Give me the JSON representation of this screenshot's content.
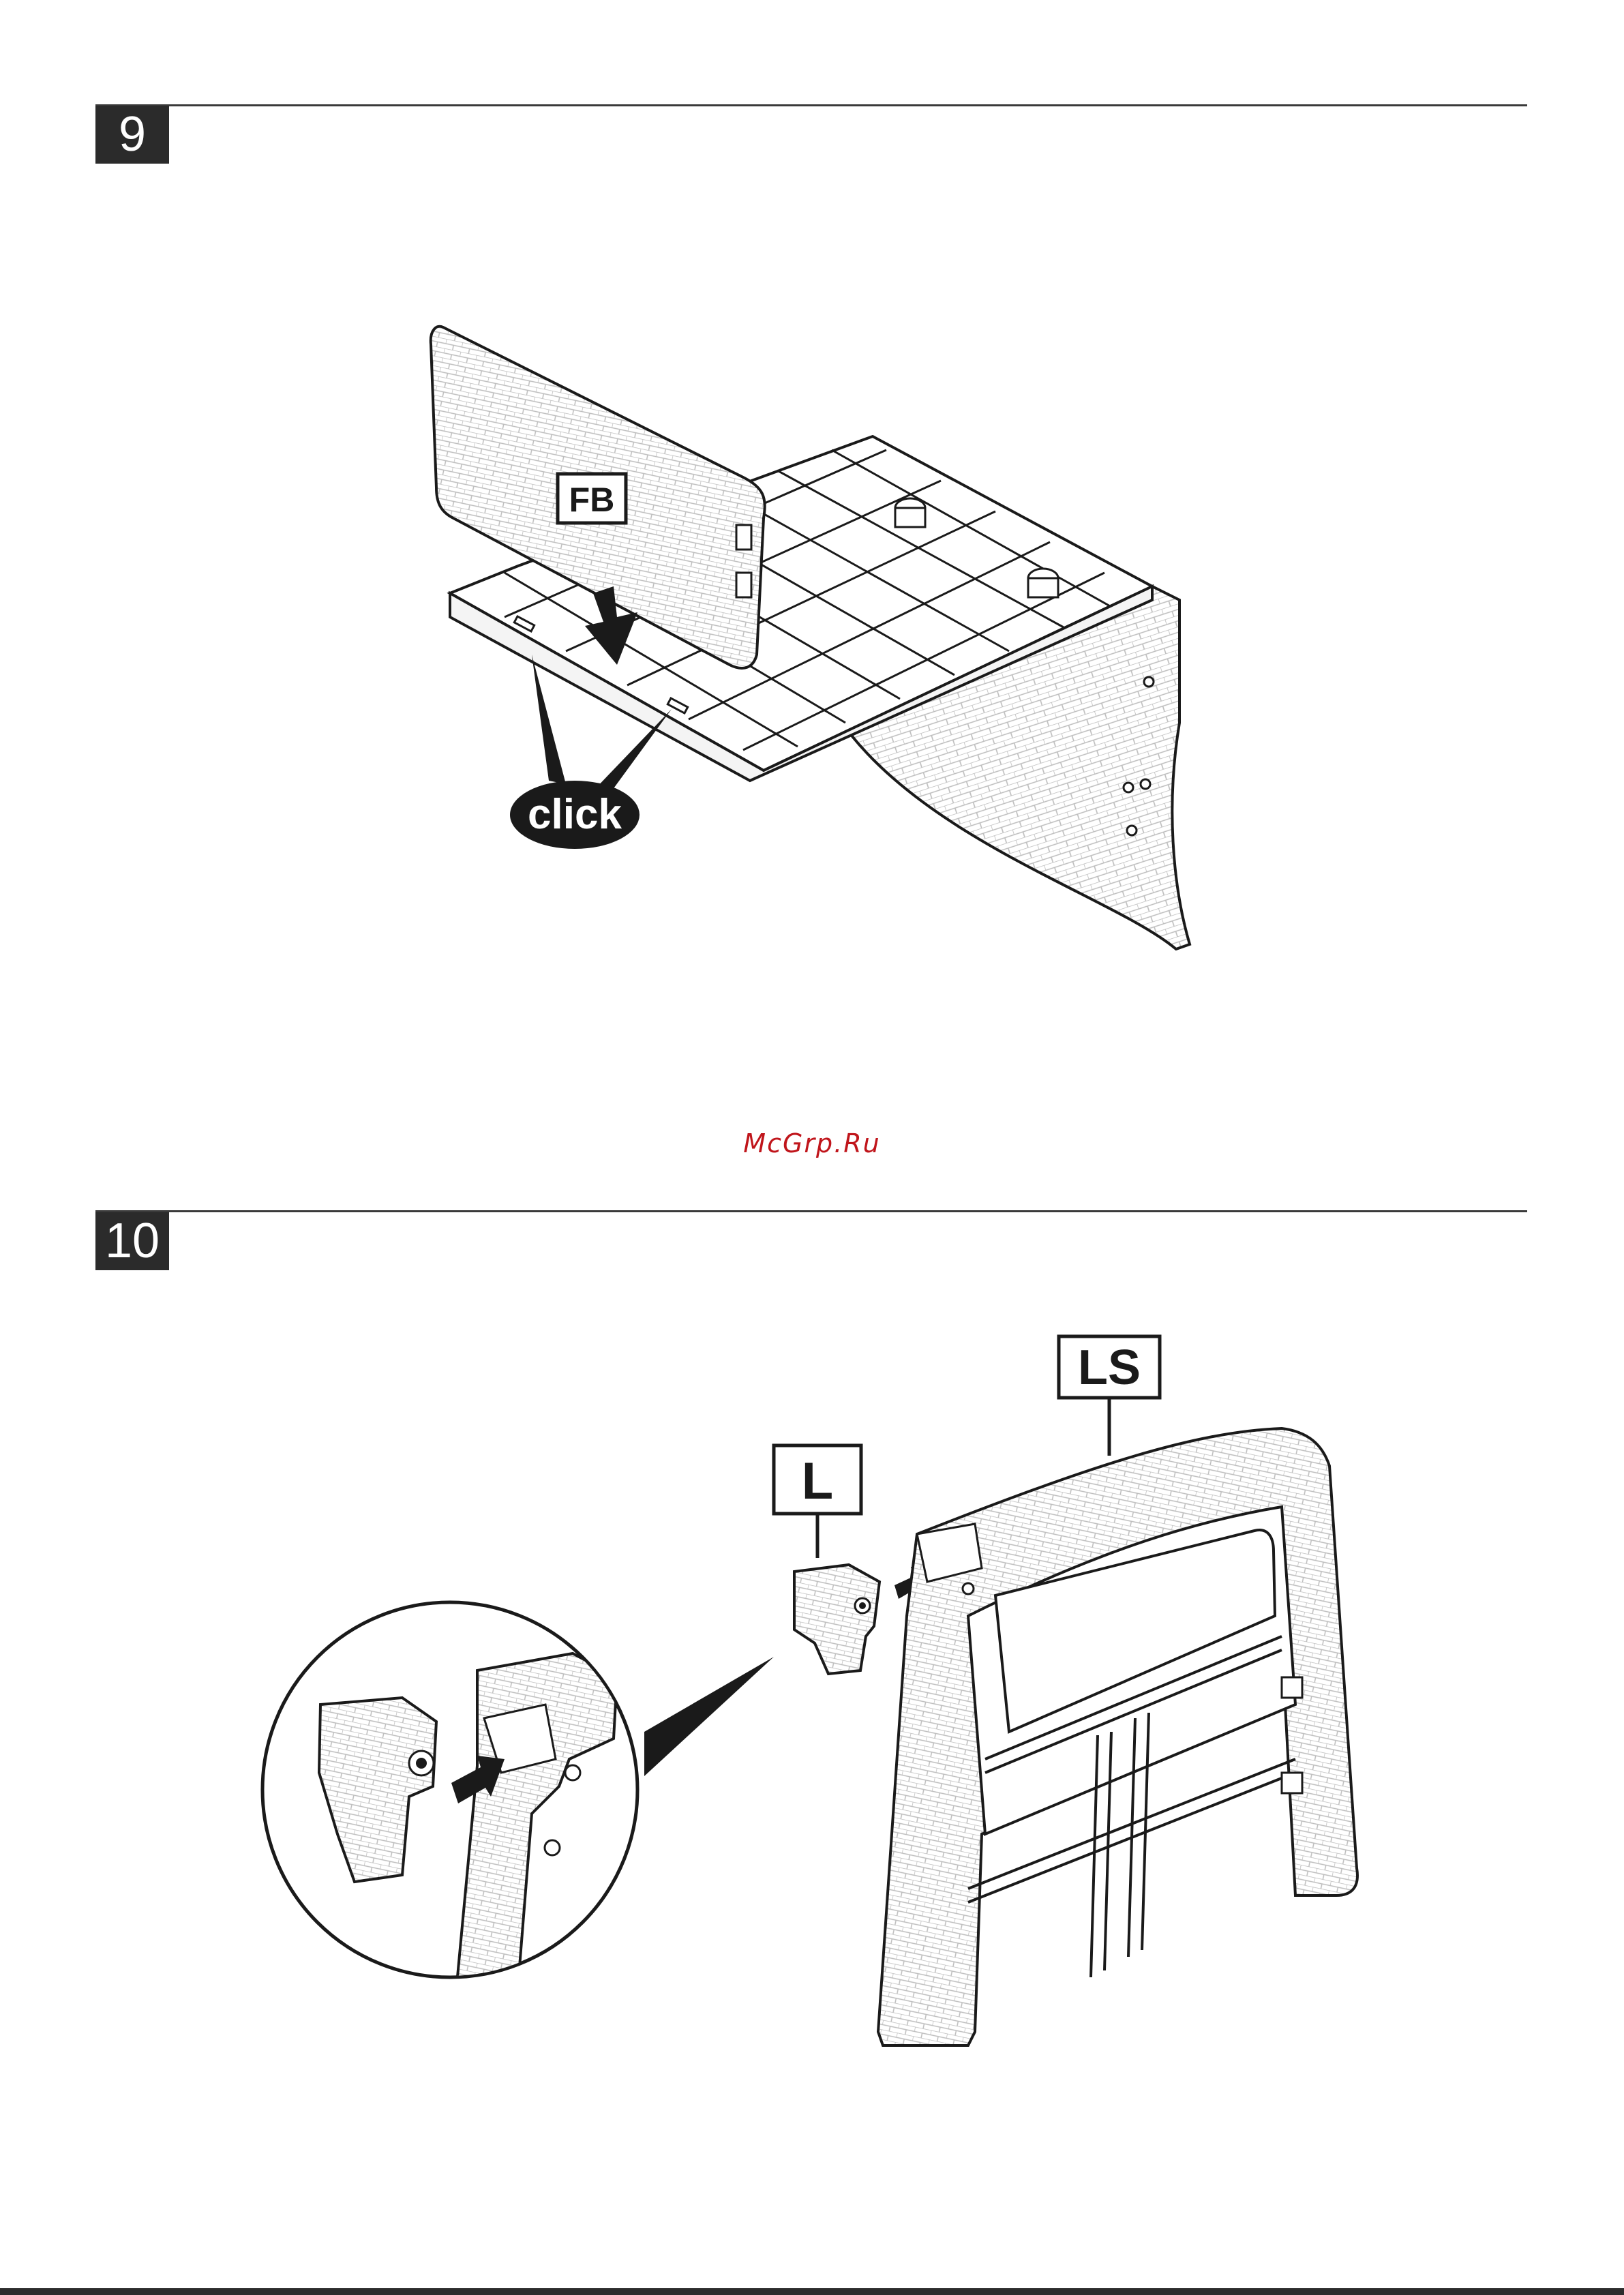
{
  "steps": [
    {
      "number": "9",
      "labels": {
        "part": "FB",
        "sound": "click"
      }
    },
    {
      "number": "10",
      "labels": {
        "part_l": "L",
        "part_ls": "LS"
      }
    }
  ],
  "watermark": "McGrp.Ru",
  "colors": {
    "ink": "#1a1a1a",
    "badge_bg": "#2b2b2b",
    "watermark": "#c0151b",
    "texture": "#cfcfcf"
  }
}
